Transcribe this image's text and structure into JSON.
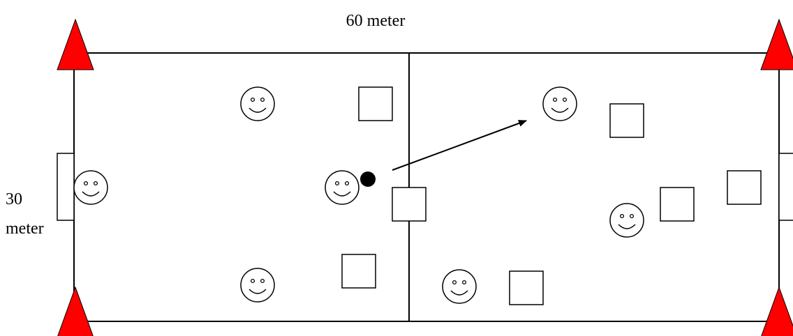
{
  "labels": {
    "length": "60 meter",
    "width_value": "30",
    "width_unit": "meter"
  },
  "colors": {
    "cone": "#ff0000",
    "line": "#000000",
    "ball": "#000000",
    "background": "#ffffff"
  },
  "legend_icons": {
    "team_a_player": "smiley-face-icon",
    "team_b_player": "square-icon",
    "corner_marker": "red-cone-icon",
    "ball": "ball-icon",
    "pass": "arrow-icon"
  }
}
